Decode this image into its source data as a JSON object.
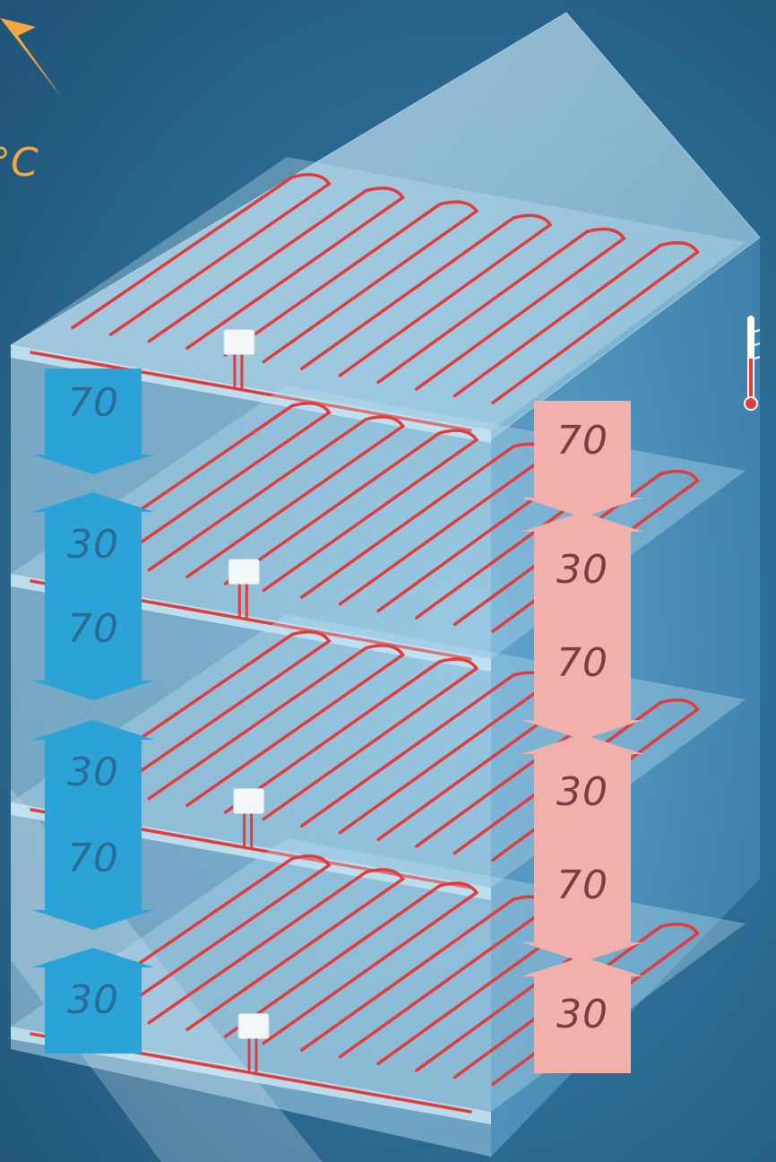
{
  "diagram": {
    "corner_text": "°C",
    "colors": {
      "background": "#2e6f97",
      "glass": "#a9d6ee",
      "pipe": "#e23b3b",
      "cool_arrow": "#2ba3d6",
      "warm_arrow": "#f1b0ab",
      "sun": "#f2a744"
    },
    "left_arrows": [
      {
        "value": "70",
        "direction": "down"
      },
      {
        "value": "30",
        "direction": "up"
      },
      {
        "value": "70",
        "direction": "down"
      },
      {
        "value": "30",
        "direction": "up"
      },
      {
        "value": "70",
        "direction": "down"
      },
      {
        "value": "30",
        "direction": "up"
      }
    ],
    "right_arrows": [
      {
        "value": "70",
        "direction": "down"
      },
      {
        "value": "30",
        "direction": "up"
      },
      {
        "value": "70",
        "direction": "down"
      },
      {
        "value": "30",
        "direction": "up"
      },
      {
        "value": "70",
        "direction": "down"
      },
      {
        "value": "30",
        "direction": "up"
      }
    ],
    "icons": [
      "thermometer-icon",
      "thermostat-icon",
      "sun-ray-icon"
    ]
  }
}
